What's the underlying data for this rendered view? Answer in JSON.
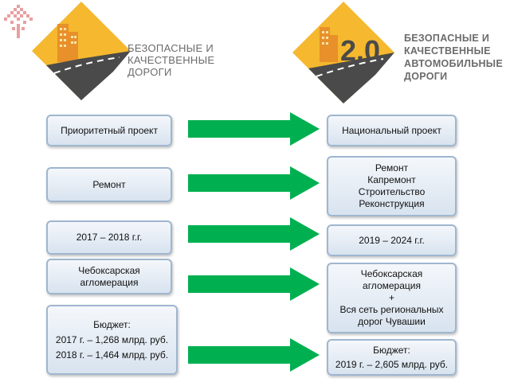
{
  "colors": {
    "accent_yellow": "#f5b82e",
    "road_gray": "#4a4a4a",
    "arrow_green": "#00b050",
    "box_border": "#9fb6cf"
  },
  "logos": {
    "left": {
      "title": "БЕЗОПАСНЫЕ И\nКАЧЕСТВЕННЫЕ\nДОРОГИ"
    },
    "right": {
      "badge": "2.0",
      "title": "БЕЗОПАСНЫЕ И\nКАЧЕСТВЕННЫЕ\nАВТОМОБИЛЬНЫЕ\nДОРОГИ"
    }
  },
  "rows": [
    {
      "left": "Приоритетный проект",
      "right": "Национальный проект"
    },
    {
      "left": "Ремонт",
      "right": "Ремонт\nКапремонт\nСтроительство\nРеконструкция"
    },
    {
      "left": "2017 – 2018  г.г.",
      "right": "2019 – 2024 г.г."
    },
    {
      "left": "Чебоксарская\nагломерация",
      "right": "Чебоксарская\nагломерация\n+\nВся сеть региональных\nдорог Чувашии"
    },
    {
      "left": "Бюджет:\n2017 г. – 1,268 млрд. руб.\n2018 г. – 1,464 млрд. руб.",
      "right": "Бюджет:\n2019 г. – 2,605 млрд. руб."
    }
  ]
}
